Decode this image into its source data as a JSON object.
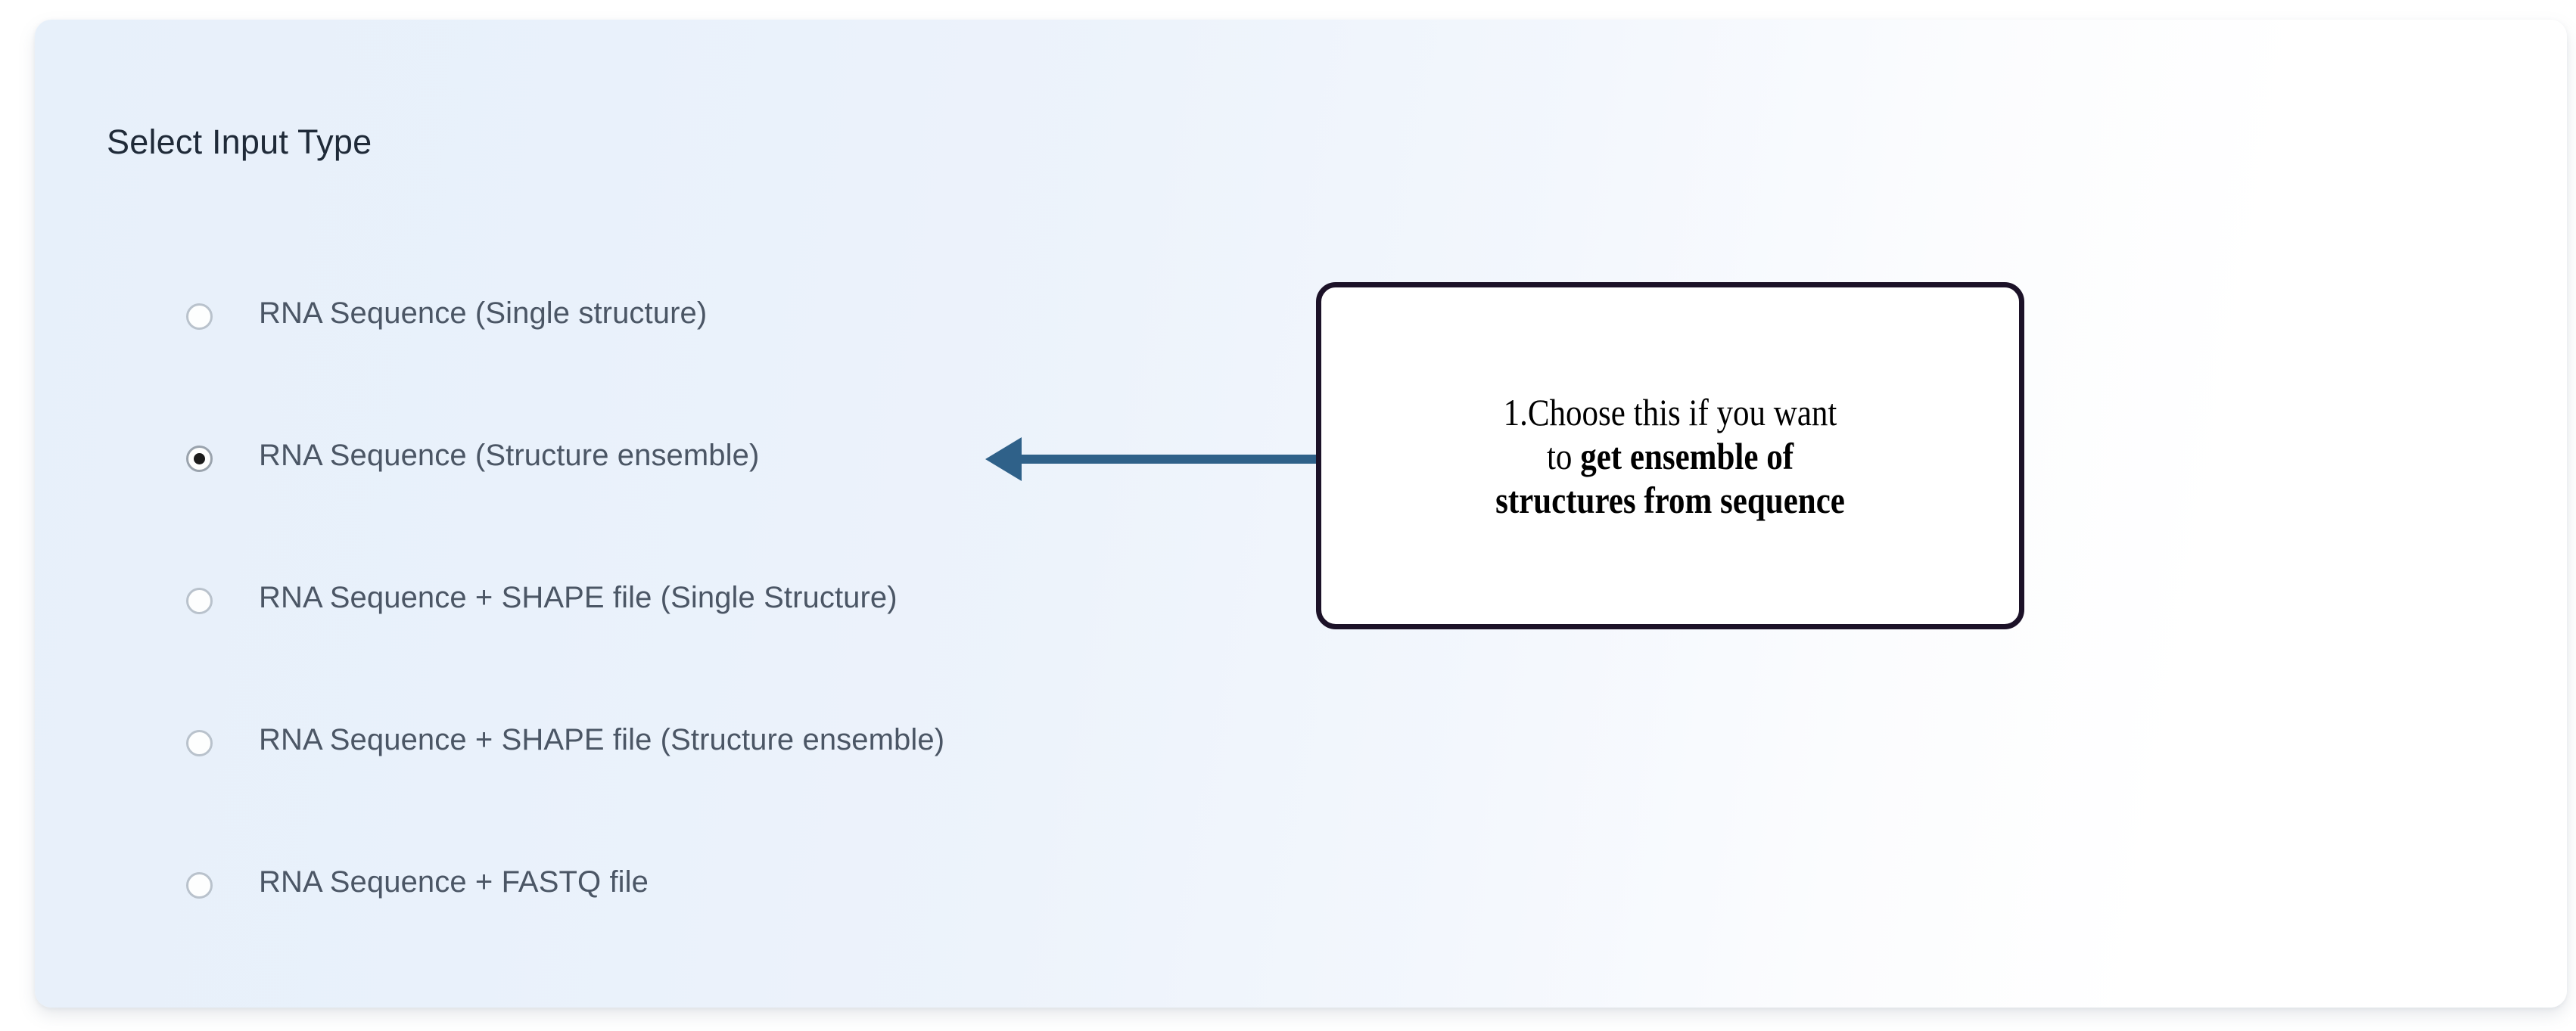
{
  "card": {
    "title": "Select Input Type",
    "background_gradient_from": "#e7f0fa",
    "background_gradient_to": "#ffffff"
  },
  "radio_group": {
    "name": "input-type",
    "selected_index": 1,
    "options": [
      {
        "label": "RNA Sequence (Single structure)",
        "selected": false
      },
      {
        "label": "RNA Sequence (Structure ensemble)",
        "selected": true
      },
      {
        "label": "RNA Sequence + SHAPE file (Single Structure)",
        "selected": false
      },
      {
        "label": "RNA Sequence + SHAPE file (Structure ensemble)",
        "selected": false
      },
      {
        "label": "RNA Sequence + FASTQ file",
        "selected": false
      }
    ]
  },
  "annotation": {
    "arrow_color": "#2f6189",
    "arrow_direction": "left",
    "border_color": "#1c1228",
    "callout": {
      "line1_plain": "1.Choose this if you want",
      "line2_plain": "to ",
      "line2_bold": "get ensemble of",
      "line3_bold": "structures from sequence"
    }
  }
}
